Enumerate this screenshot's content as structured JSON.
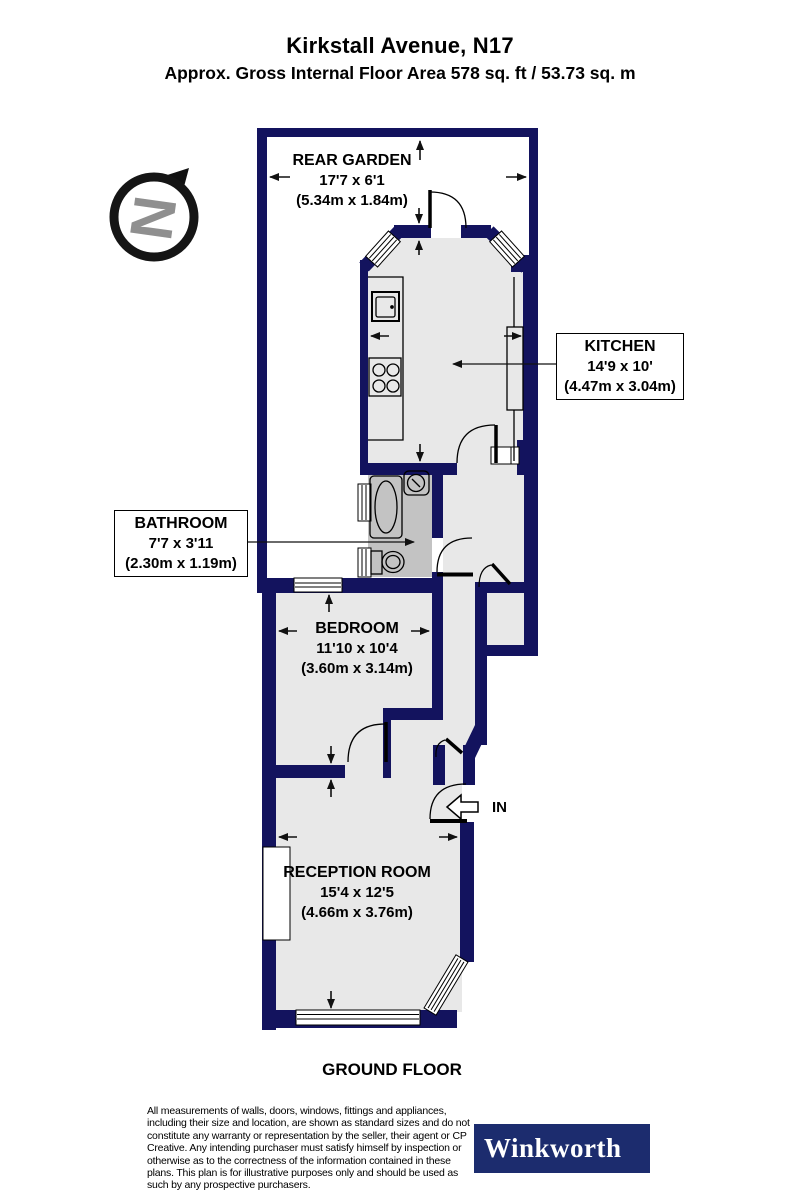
{
  "header": {
    "title": "Kirkstall Avenue, N17",
    "subtitle": "Approx. Gross Internal Floor Area 578 sq. ft / 53.73 sq. m"
  },
  "compass": {
    "label": "N"
  },
  "rooms": {
    "rear_garden": {
      "name": "REAR GARDEN",
      "imperial": "17'7 x 6'1",
      "metric": "(5.34m x 1.84m)"
    },
    "kitchen": {
      "name": "KITCHEN",
      "imperial": "14'9 x 10'",
      "metric": "(4.47m x 3.04m)"
    },
    "bathroom": {
      "name": "BATHROOM",
      "imperial": "7'7 x 3'11",
      "metric": "(2.30m x 1.19m)"
    },
    "bedroom": {
      "name": "BEDROOM",
      "imperial": "11'10 x 10'4",
      "metric": "(3.60m x 3.14m)"
    },
    "reception": {
      "name": "RECEPTION ROOM",
      "imperial": "15'4 x 12'5",
      "metric": "(4.66m x 3.76m)"
    }
  },
  "entrance": {
    "label": "IN"
  },
  "floor": {
    "label": "GROUND FLOOR"
  },
  "disclaimer": "All measurements of walls, doors, windows, fittings and appliances, including their size and location, are shown as standard sizes and do not constitute any warranty or representation by the seller, their agent or CP Creative. Any intending purchaser must satisfy himself by inspection or otherwise as to the correctness of the information contained in these plans. This plan is for illustrative purposes only and should be used as such by any prospective purchasers.",
  "brand": {
    "name": "Winkworth"
  },
  "colors": {
    "wall": "#13135e",
    "room_fill": "#e8e8e8",
    "bathroom_fill": "#c3c3c3",
    "compass_n": "#8f8f8f",
    "brand_bg": "#1c2c6e",
    "brand_text": "#ffffff"
  }
}
